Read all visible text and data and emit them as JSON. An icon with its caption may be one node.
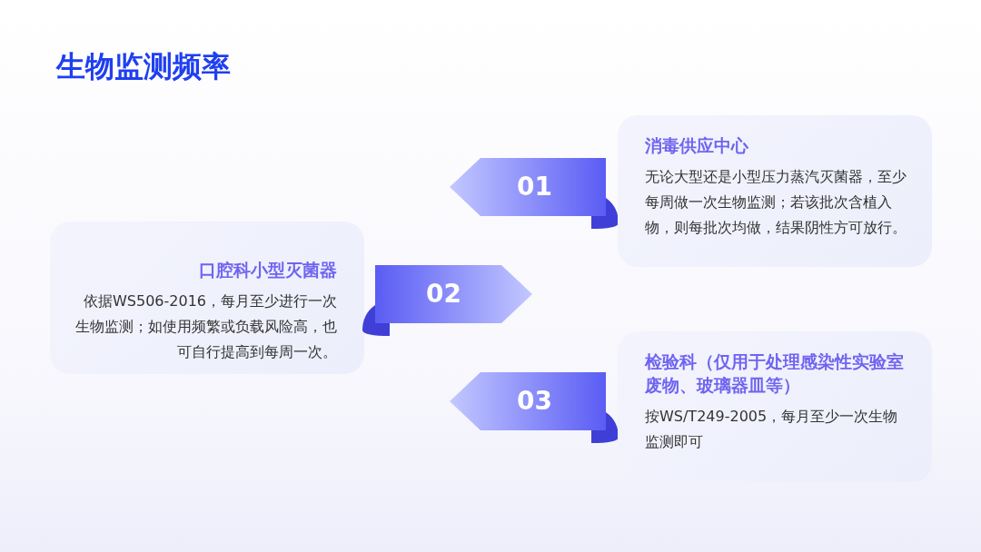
{
  "diagram": {
    "title": "生物监测频率",
    "nodes": [
      {
        "text": [
          "01"
        ]
      },
      {
        "text": [
          "消毒供应中心",
          "无论大型还是小型压力蒸汽灭菌器，至少每周做一次生物监测；若该批次含植入物，则每批次均做，结果阴性方可放行。"
        ]
      },
      {
        "text": [
          "口腔科小型灭菌器",
          "依据WS506-2016，每月至少进行一次生物监测；如使用频繁或负载风险高，也可自行提高到每周一次。"
        ]
      },
      {
        "text": [
          "02"
        ]
      },
      {
        "text": [
          "03"
        ]
      },
      {
        "text": [
          "检验科（仅用于处理感染性实验室废物、玻璃器皿等）",
          "按WS/T249-2005，每月至少一次生物监测即可"
        ]
      }
    ]
  }
}
